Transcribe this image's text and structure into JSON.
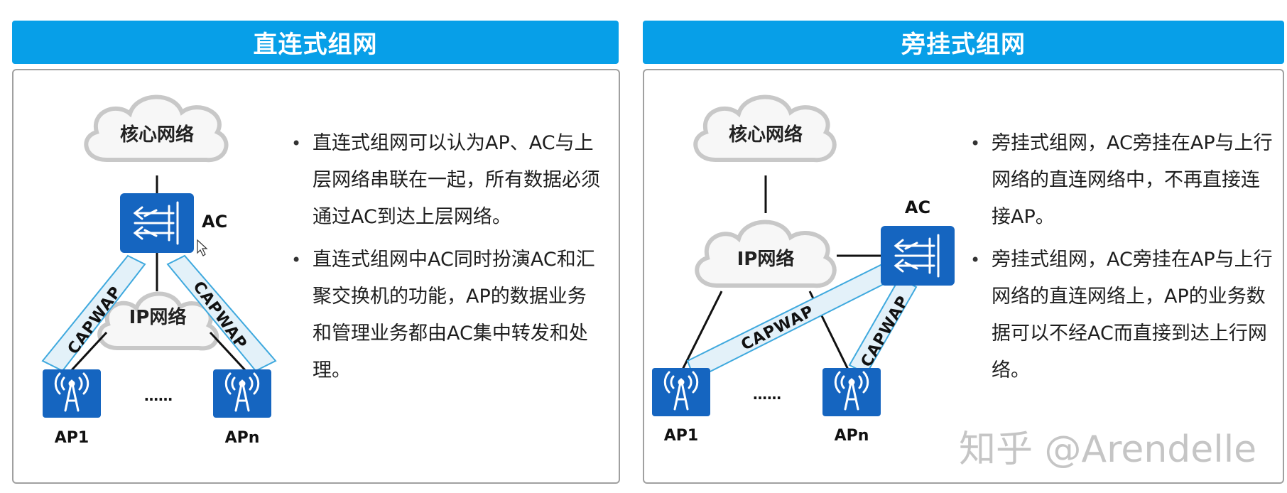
{
  "left": {
    "title": "直连式组网",
    "core_cloud": "核心网络",
    "ip_cloud": "IP网络",
    "ac_label": "AC",
    "tunnel_label_left": "CAPWAP",
    "tunnel_label_right": "CAPWAP",
    "ap1_label": "AP1",
    "apn_label": "APn",
    "ellipsis": "……",
    "bullets": [
      "直连式组网可以认为AP、AC与上层网络串联在一起，所有数据必须通过AC到达上层网络。",
      "直连式组网中AC同时扮演AC和汇聚交换机的功能，AP的数据业务和管理业务都由AC集中转发和处理。"
    ]
  },
  "right": {
    "title": "旁挂式组网",
    "core_cloud": "核心网络",
    "ip_cloud": "IP网络",
    "ac_label": "AC",
    "tunnel_label_1": "CAPWAP",
    "tunnel_label_2": "CAPWAP",
    "ap1_label": "AP1",
    "apn_label": "APn",
    "ellipsis": "……",
    "bullets": [
      "旁挂式组网，AC旁挂在AP与上行网络的直连网络中，不再直接连接AP。",
      "旁挂式组网，AC旁挂在AP与上行网络的直连网络上，AP的业务数据可以不经AC而直接到达上行网络。"
    ]
  },
  "watermark": "知乎 @Arendelle",
  "colors": {
    "header_bg": "#079fe8",
    "device_blue": "#1565c0",
    "tunnel_fill": "#e3f1f9",
    "tunnel_stroke": "#3fa9de"
  },
  "icons": {
    "ac": "wireless-controller-icon",
    "ap": "access-point-icon",
    "cloud": "cloud-icon"
  }
}
